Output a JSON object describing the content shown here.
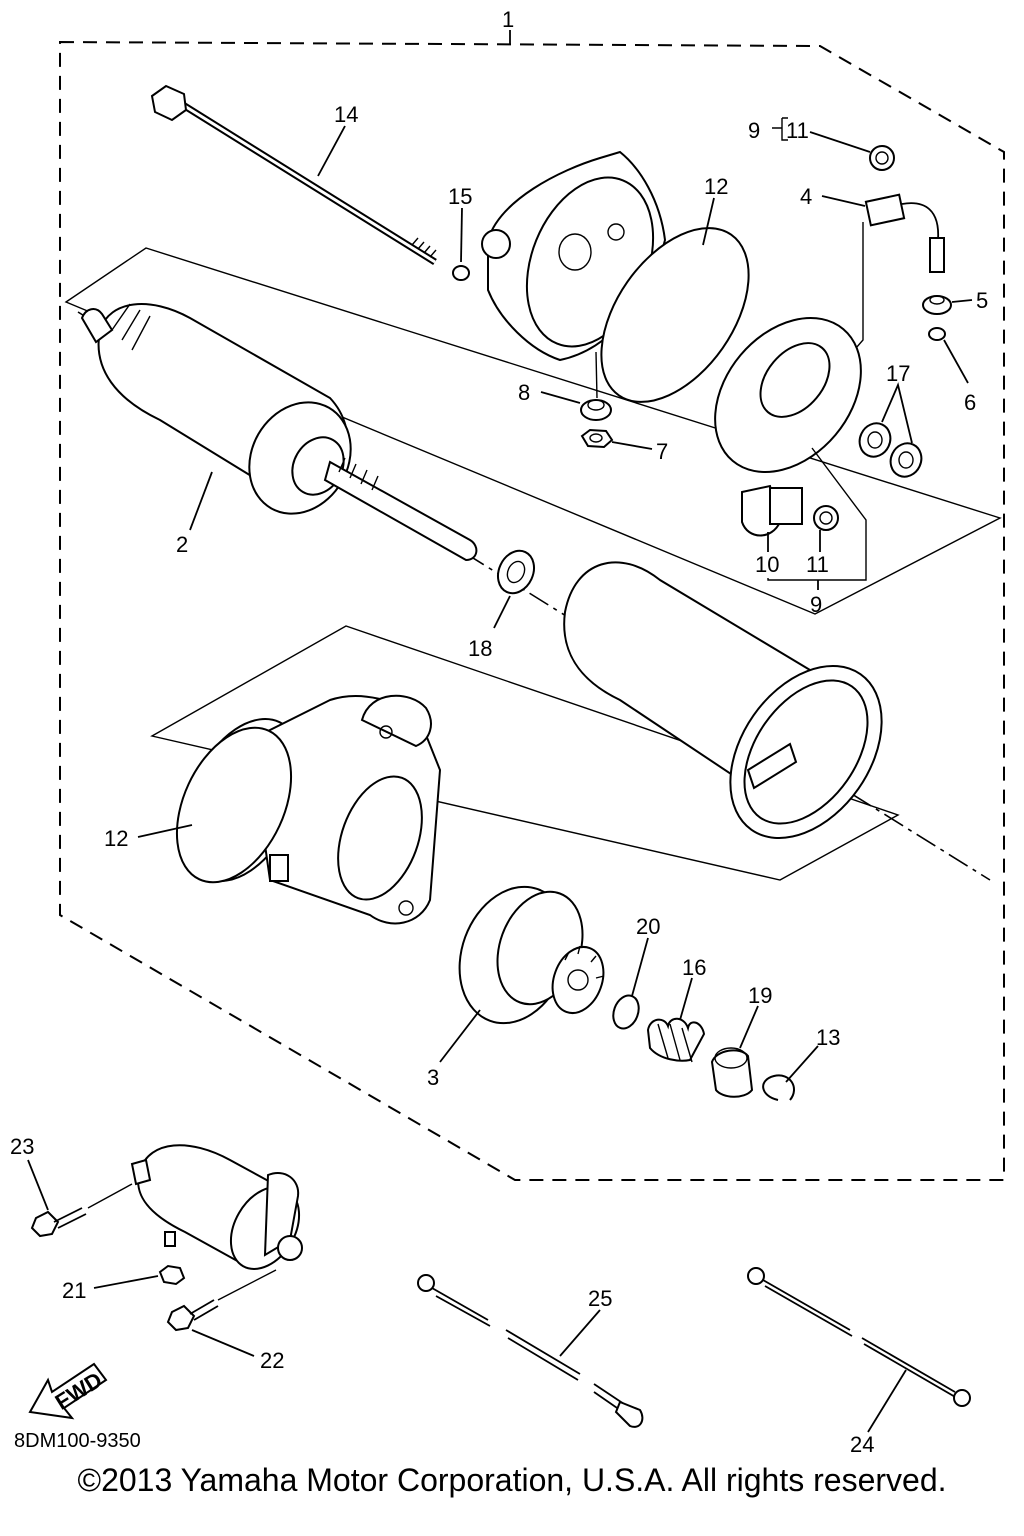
{
  "diagram": {
    "part_code": "8DM100-9350",
    "copyright": "©2013 Yamaha Motor Corporation, U.S.A. All rights reserved.",
    "fwd_label": "FWD",
    "callouts": {
      "c1": "1",
      "c2": "2",
      "c3": "3",
      "c4": "4",
      "c5": "5",
      "c6": "6",
      "c7": "7",
      "c8": "8",
      "c9a": "9",
      "c9b": "9",
      "c10": "10",
      "c11a": "11",
      "c11b": "11",
      "c12a": "12",
      "c12b": "12",
      "c13": "13",
      "c14": "14",
      "c15": "15",
      "c16": "16",
      "c17": "17",
      "c18": "18",
      "c19": "19",
      "c20": "20",
      "c21": "21",
      "c22": "22",
      "c23": "23",
      "c24": "24",
      "c25": "25"
    }
  }
}
